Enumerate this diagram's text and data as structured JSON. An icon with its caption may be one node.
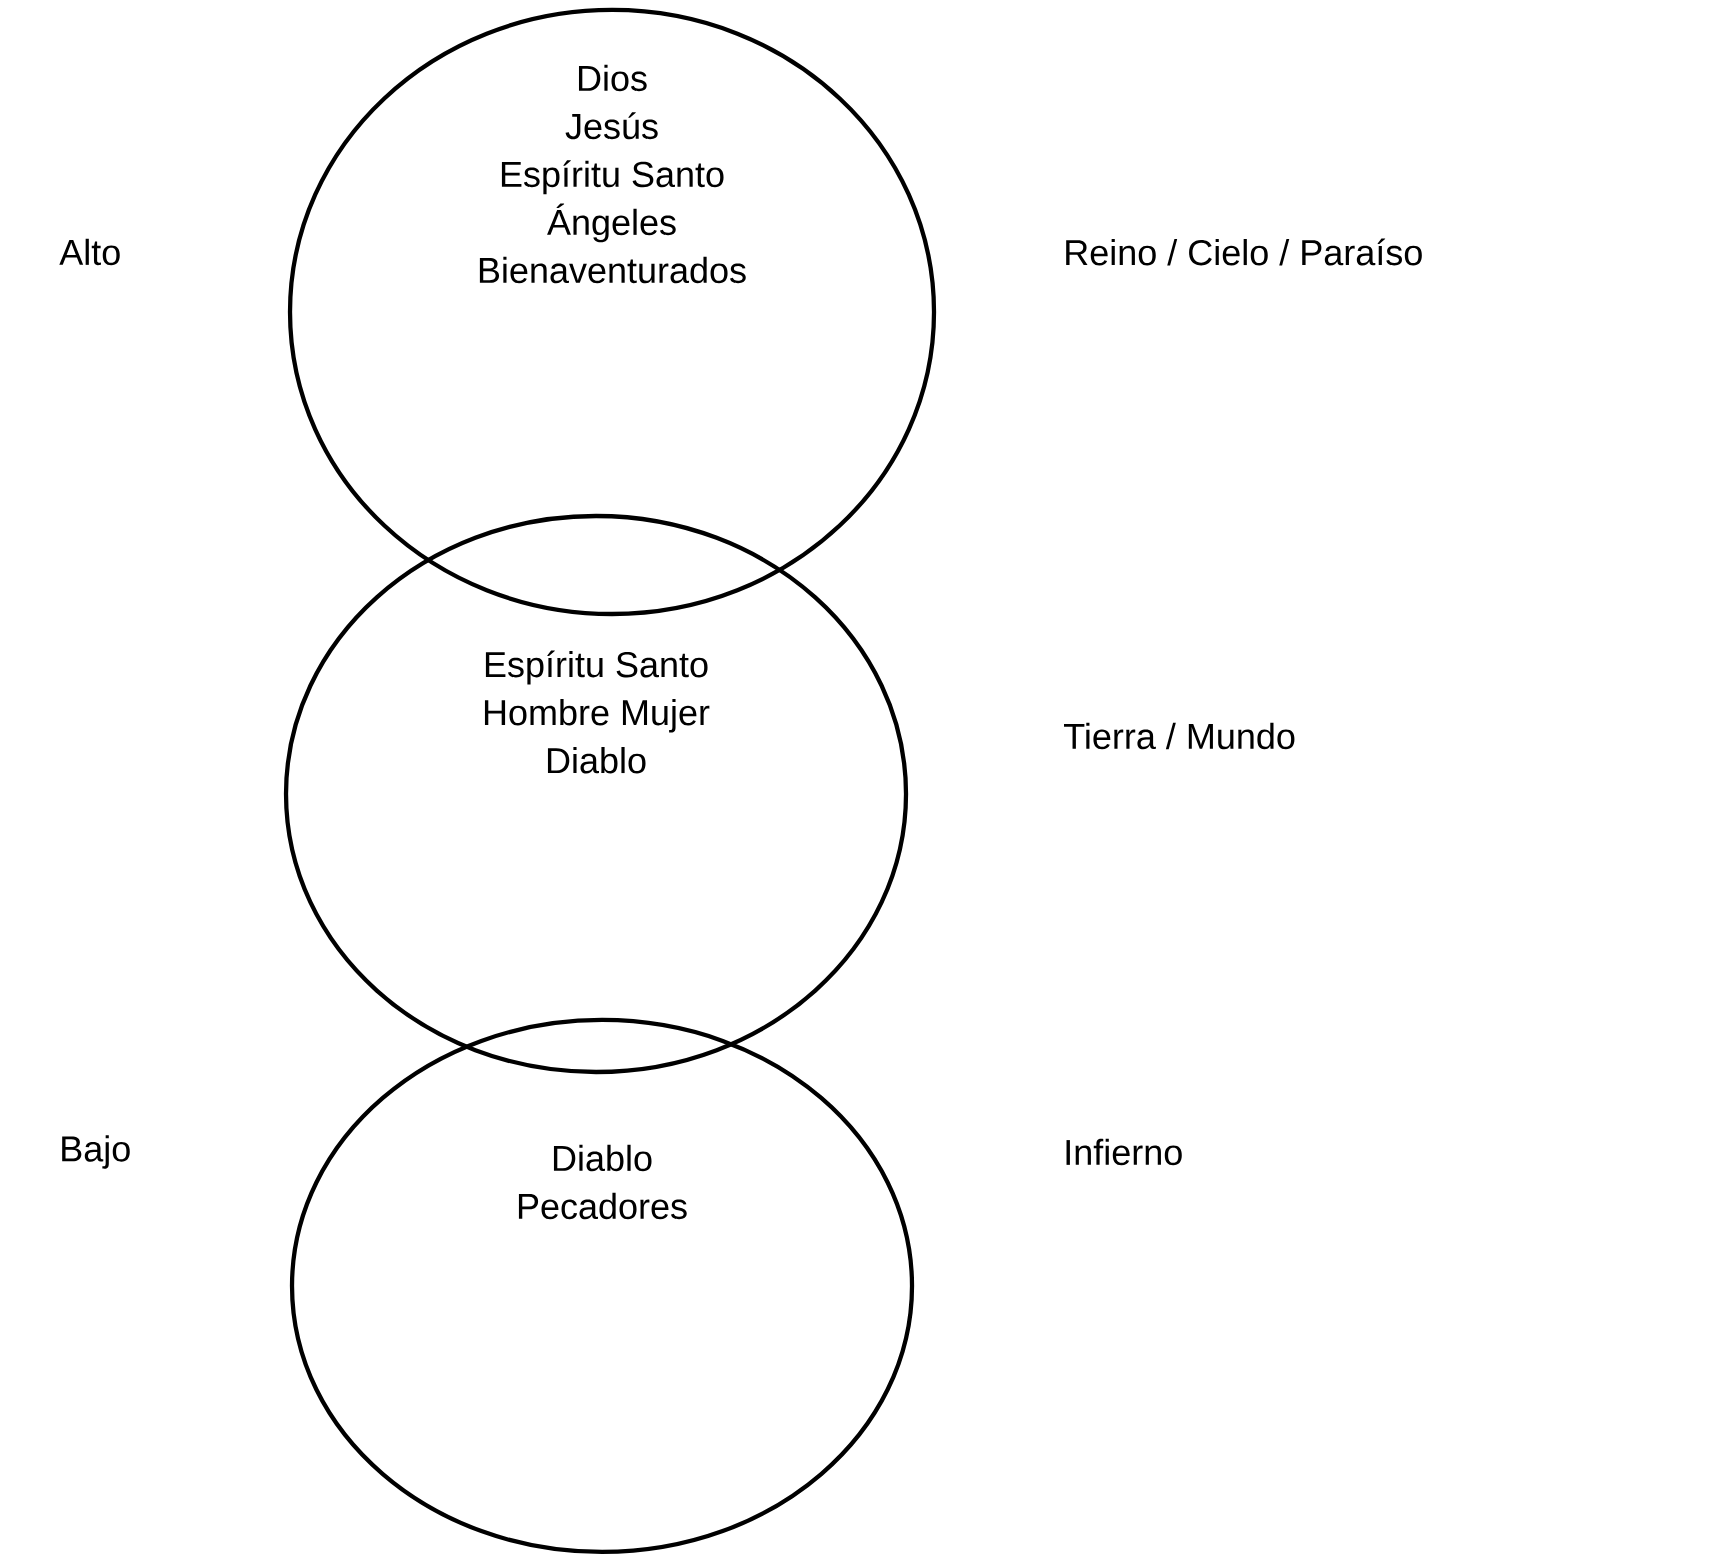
{
  "diagram": {
    "nodes": [
      {
        "text": [
          "Dios",
          "Jesús",
          "Espíritu Santo",
          "Ángeles",
          "Bienaventurados"
        ]
      },
      {
        "text": [
          "Espíritu Santo",
          "Hombre Mujer",
          "Diablo"
        ]
      },
      {
        "text": [
          "Diablo",
          "Pecadores"
        ]
      }
    ],
    "labels": [
      "Alto",
      "Reino / Cielo / Paraíso",
      "Tierra / Mundo",
      "Bajo",
      "Infierno"
    ]
  }
}
